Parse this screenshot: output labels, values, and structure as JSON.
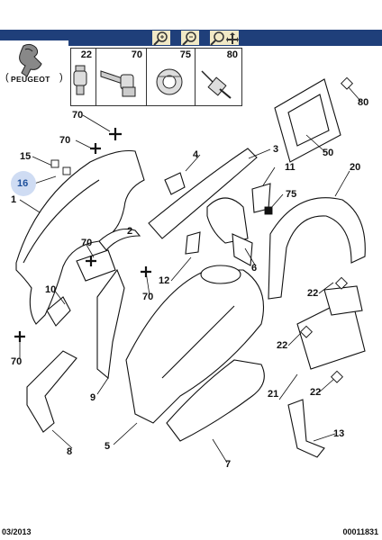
{
  "brand": {
    "logo_text": "PEUGEOT"
  },
  "toolbar": {
    "icons": [
      "zoom-in-icon",
      "zoom-out-icon",
      "zoom-move-icon"
    ]
  },
  "part_bar": [
    "22",
    "70",
    "75",
    "80"
  ],
  "callouts": {
    "c1": "1",
    "c2": "2",
    "c3": "3",
    "c4": "4",
    "c5": "5",
    "c6": "6",
    "c7": "7",
    "c8": "8",
    "c9": "9",
    "c10": "10",
    "c11": "11",
    "c12": "12",
    "c13": "13",
    "c15": "15",
    "c16": "16",
    "c20": "20",
    "c21": "21",
    "c22a": "22",
    "c22b": "22",
    "c22c": "22",
    "c50": "50",
    "c70a": "70",
    "c70b": "70",
    "c70c": "70",
    "c70d": "70",
    "c70e": "70",
    "c75": "75",
    "c80": "80"
  },
  "footer": {
    "date": "03/2013",
    "ref": "00011831"
  },
  "colors": {
    "toolbar": "#1f3f7a",
    "highlight": "#cfdcf3",
    "highlight_text": "#1d4f9b"
  }
}
